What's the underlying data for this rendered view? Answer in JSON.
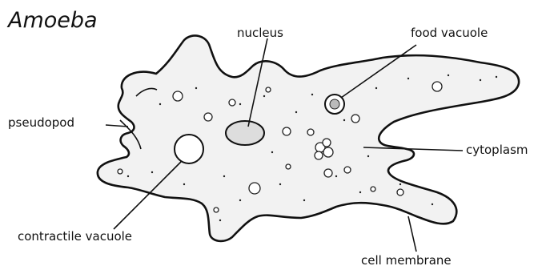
{
  "title": "Amoeba",
  "labels": {
    "nucleus": "nucleus",
    "food_vacuole": "food vacuole",
    "pseudopod": "pseudopod",
    "cytoplasm": "cytoplasm",
    "contractile_vacuole": "contractile vacuole",
    "cell_membrane": "cell membrane"
  },
  "colors": {
    "ink": "#111111",
    "cytoplasm_fill": "#f2f2f2",
    "background": "#ffffff"
  }
}
